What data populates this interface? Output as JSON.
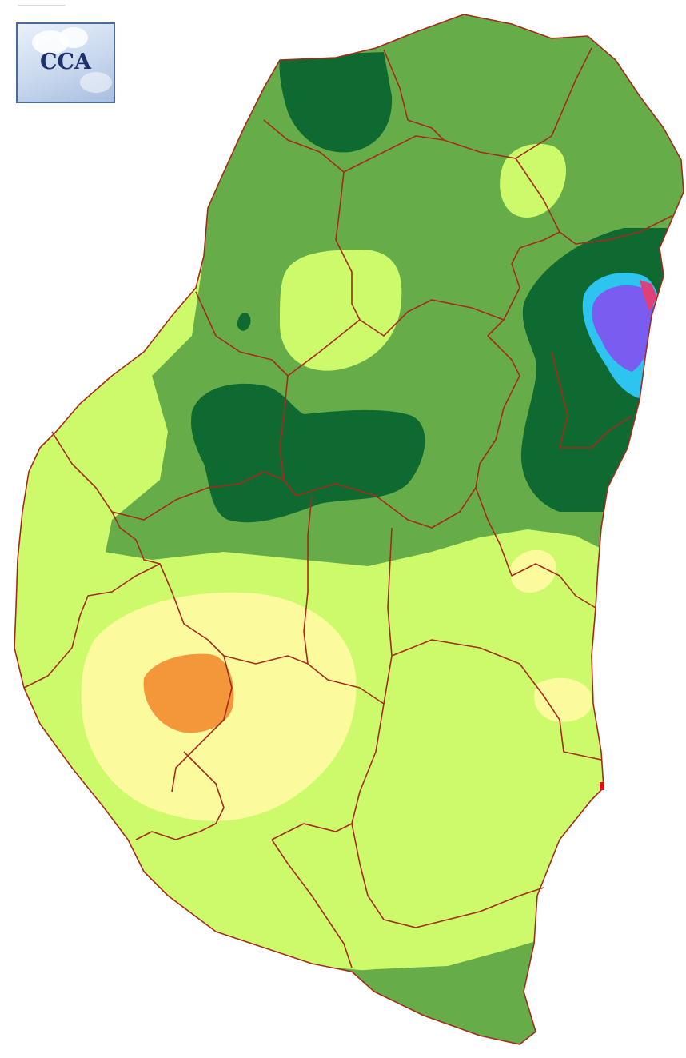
{
  "logo": {
    "text": "CCA"
  },
  "colors": {
    "background": "#ffffff",
    "boundary": "#a62a1a",
    "green_medium": "#66ad4a",
    "green_dark": "#0f6a32",
    "green_light": "#cdfa6a",
    "yellow_pale": "#fbfb9e",
    "orange": "#f4963a",
    "cyan": "#2ec4f0",
    "violet": "#7a5cf0",
    "magenta": "#e0407a"
  },
  "map": {
    "zones": [
      {
        "id": "medium-green-base",
        "fill": "green_medium"
      },
      {
        "id": "light-south",
        "fill": "green_light"
      },
      {
        "id": "light-west",
        "fill": "green_light"
      },
      {
        "id": "pale-yellow-southwest",
        "fill": "yellow_pale"
      },
      {
        "id": "orange-core",
        "fill": "orange"
      },
      {
        "id": "dark-north",
        "fill": "green_dark"
      },
      {
        "id": "dark-center",
        "fill": "green_dark"
      },
      {
        "id": "dark-east",
        "fill": "green_dark"
      },
      {
        "id": "light-center-north",
        "fill": "green_light"
      },
      {
        "id": "light-northeast",
        "fill": "green_light"
      },
      {
        "id": "cyan-east",
        "fill": "cyan"
      },
      {
        "id": "violet-east",
        "fill": "violet"
      },
      {
        "id": "medium-south-tip",
        "fill": "green_medium"
      }
    ]
  }
}
